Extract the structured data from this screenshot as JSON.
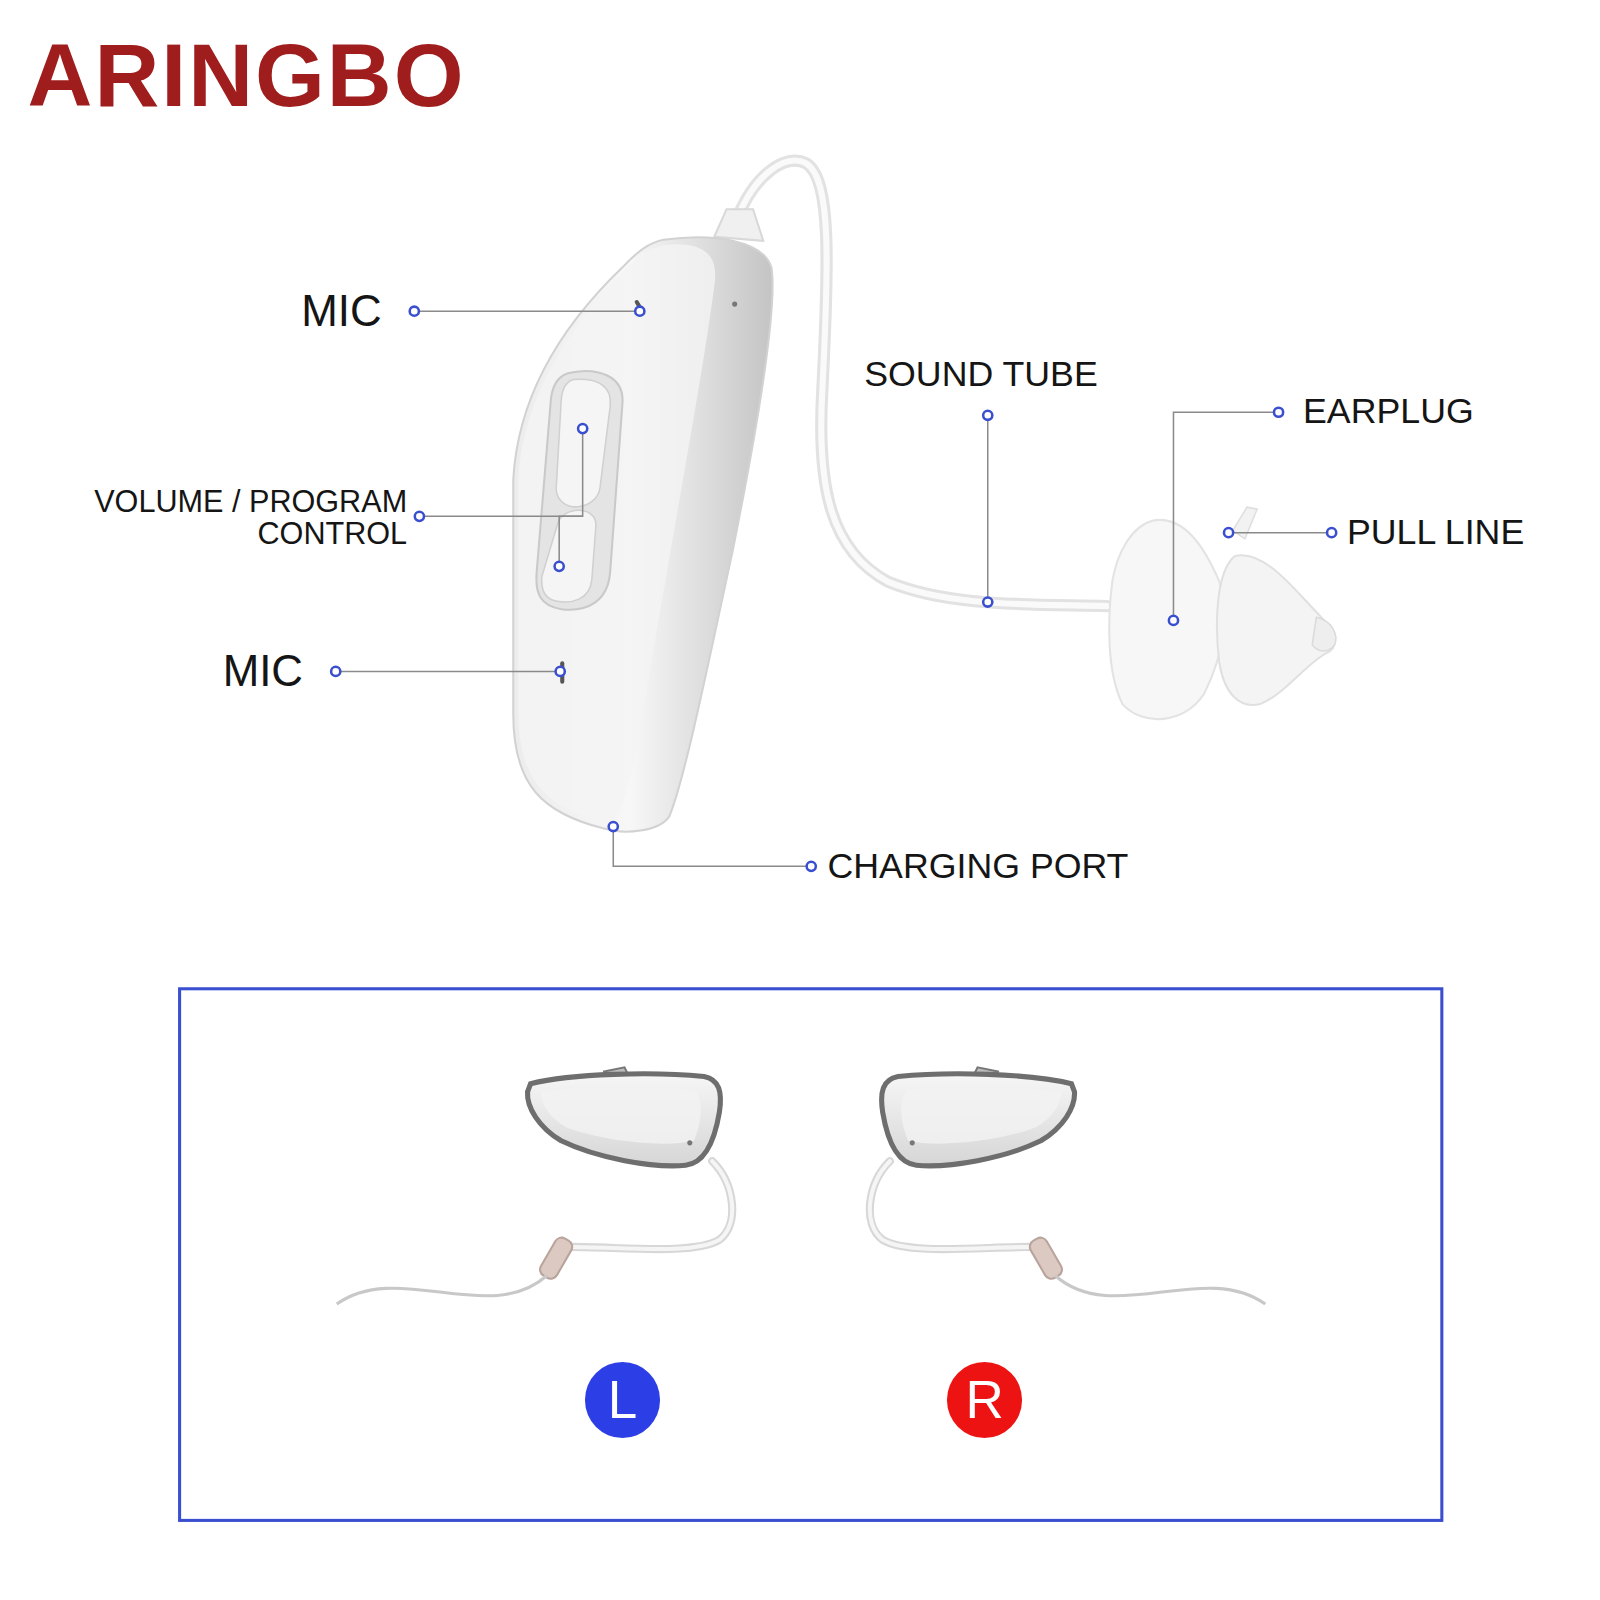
{
  "diagram": {
    "title": "ARINGBO",
    "nodes": [
      {
        "text": [
          "L"
        ]
      },
      {
        "text": [
          "R"
        ]
      }
    ],
    "labels": [
      "MIC",
      "VOLUME / PROGRAM CONTROL",
      "MIC",
      "SOUND TUBE",
      "EARPLUG",
      "PULL LINE",
      "CHARGING PORT"
    ]
  }
}
